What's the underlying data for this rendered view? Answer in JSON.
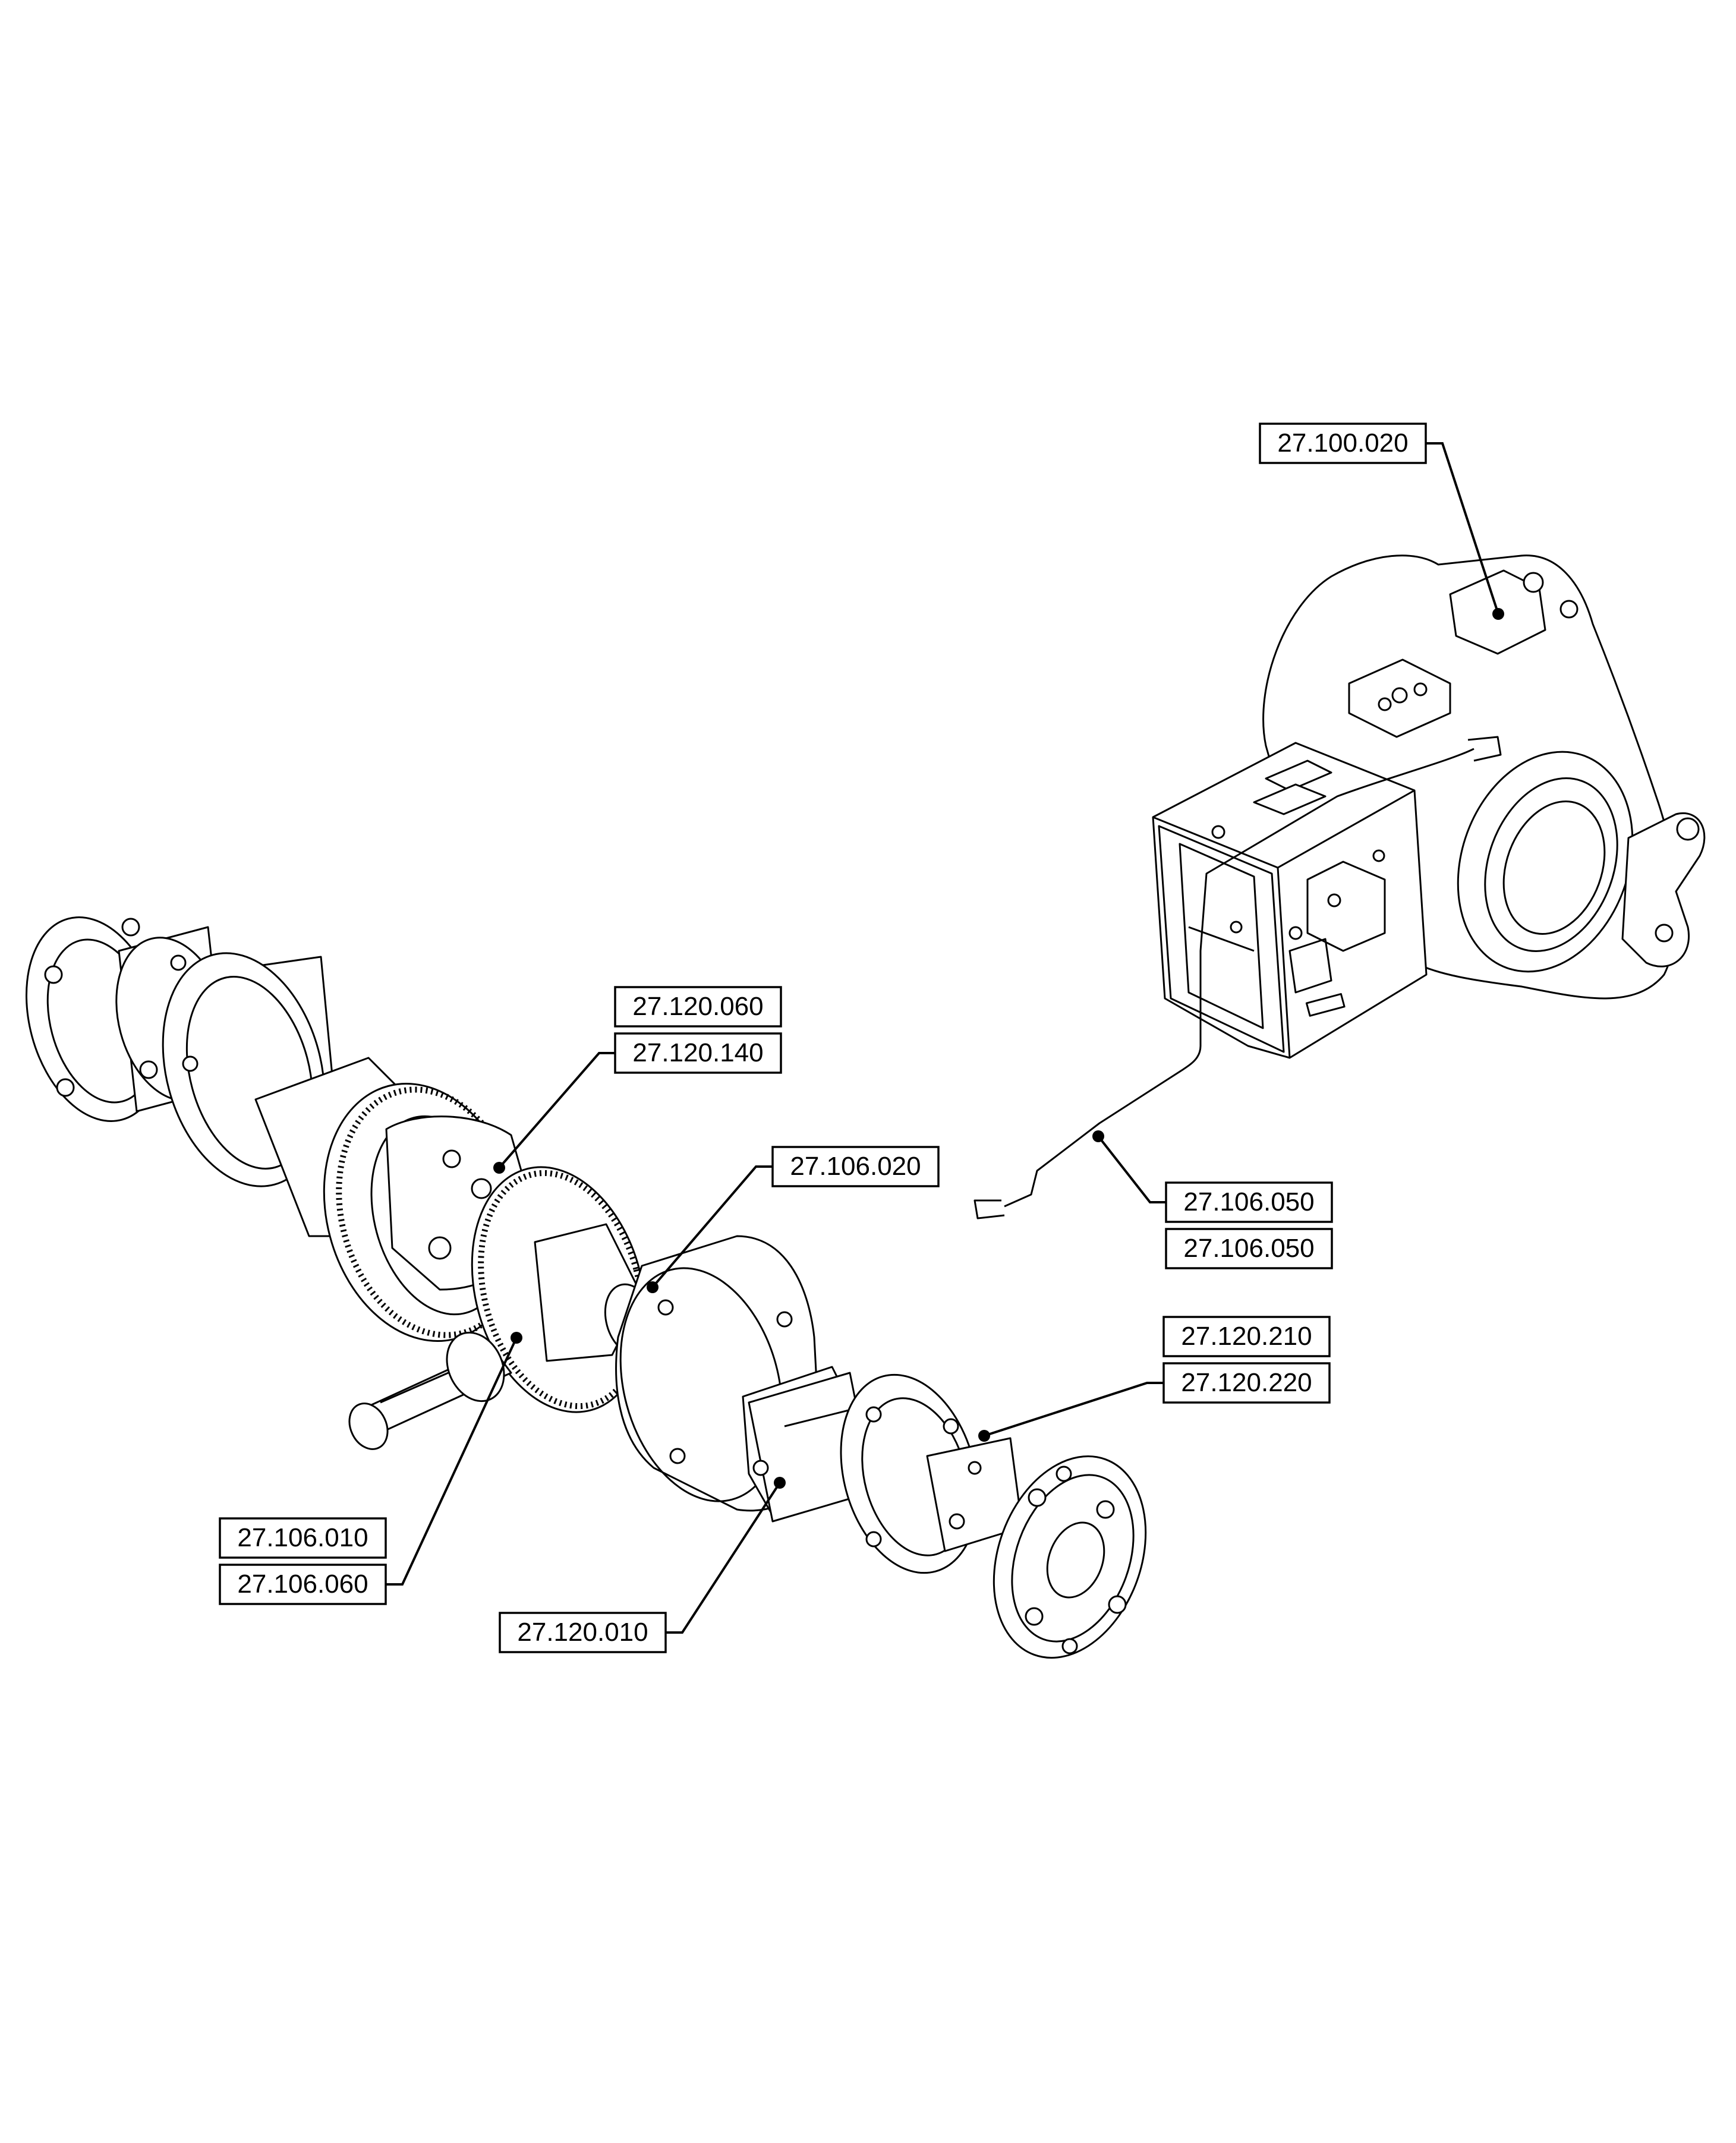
{
  "labels": [
    {
      "id": "27.100.020",
      "text": "27.100.020"
    },
    {
      "id": "27.120.060",
      "text": "27.120.060"
    },
    {
      "id": "27.120.140",
      "text": "27.120.140"
    },
    {
      "id": "27.106.020",
      "text": "27.106.020"
    },
    {
      "id": "27.106.050a",
      "text": "27.106.050"
    },
    {
      "id": "27.106.050b",
      "text": "27.106.050"
    },
    {
      "id": "27.120.210",
      "text": "27.120.210"
    },
    {
      "id": "27.120.220",
      "text": "27.120.220"
    },
    {
      "id": "27.106.010",
      "text": "27.106.010"
    },
    {
      "id": "27.106.060",
      "text": "27.106.060"
    },
    {
      "id": "27.120.010",
      "text": "27.120.010"
    }
  ],
  "colors": {
    "line": "#000000",
    "background": "#ffffff"
  }
}
